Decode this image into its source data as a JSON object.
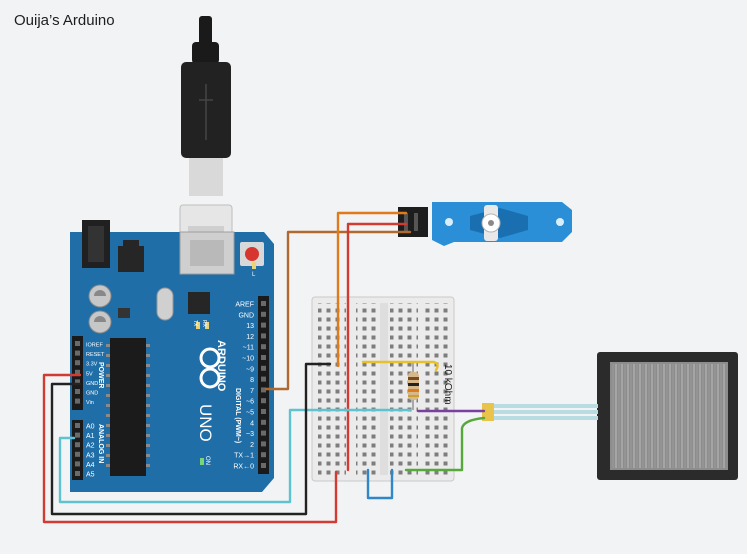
{
  "title": "Ouija’s Arduino",
  "arduino": {
    "brand": "ARDUINO",
    "model": "UNO",
    "digital_label": "DIGITAL (PWM~)",
    "power_label": "POWER",
    "analog_label": "ANALOG IN",
    "on_label": "ON",
    "l_label": "L",
    "tx_label": "TX",
    "rx_label": "RX",
    "digital_pins": [
      "AREF",
      "GND",
      "13",
      "12",
      "~11",
      "~10",
      "~9",
      "8",
      "7",
      "~6",
      "~5",
      "4",
      "~3",
      "2",
      "TX→1",
      "RX←0"
    ],
    "power_pins": [
      "IOREF",
      "RESET",
      "3.3V",
      "5V",
      "GND",
      "GND",
      "Vin"
    ],
    "analog_pins": [
      "A0",
      "A1",
      "A2",
      "A3",
      "A4",
      "A5"
    ]
  },
  "resistor": {
    "label": "10 kOhm"
  },
  "colors": {
    "board": "#1f6ea8",
    "wire_red": "#d23b32",
    "wire_black": "#222222",
    "wire_orange": "#e07b1c",
    "wire_brown": "#b06a2f",
    "wire_yellow": "#e6c12a",
    "wire_cyan": "#5fc3cf",
    "wire_purple": "#7b3fa0",
    "wire_green": "#56a83a",
    "wire_blue": "#2f86c8",
    "servo": "#2a8fd6"
  },
  "icons": [
    "usb-cable-icon",
    "servo-motor-icon",
    "force-sensor-icon",
    "breadboard-icon",
    "resistor-icon"
  ]
}
